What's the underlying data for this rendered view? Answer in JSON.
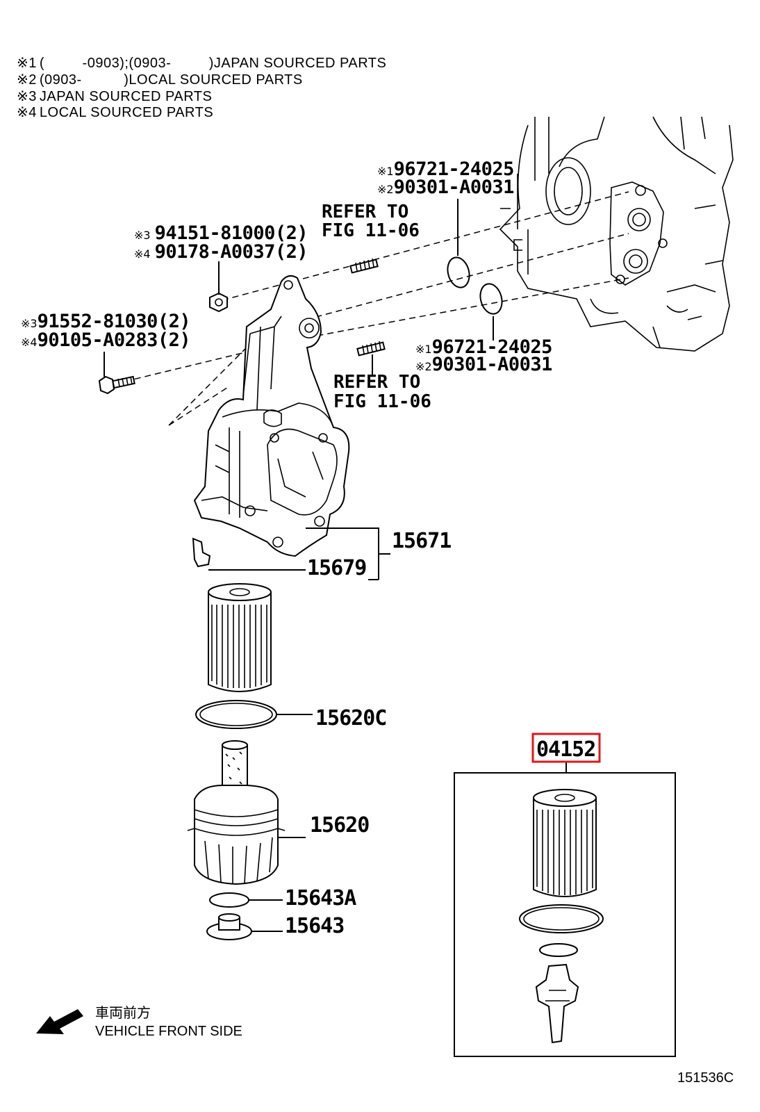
{
  "notes": [
    {
      "mark": "※1",
      "text": "(         -0903);(0903-         )JAPAN SOURCED PARTS"
    },
    {
      "mark": "※2",
      "text": "(0903-          )LOCAL SOURCED PARTS"
    },
    {
      "mark": "※3",
      "text": "JAPAN SOURCED PARTS"
    },
    {
      "mark": "※4",
      "text": "LOCAL SOURCED PARTS"
    }
  ],
  "callouts": {
    "oring_upper_1": {
      "mark": "※1",
      "part": "96721-24025"
    },
    "oring_upper_2": {
      "mark": "※2",
      "part": "90301-A0031"
    },
    "nut_1": {
      "mark": "※3",
      "part": "94151-81000(2)"
    },
    "nut_2": {
      "mark": "※4",
      "part": "90178-A0037(2)"
    },
    "bolt_1": {
      "mark": "※3",
      "part": "91552-81030(2)"
    },
    "bolt_2": {
      "mark": "※4",
      "part": "90105-A0283(2)"
    },
    "oring_lower_1": {
      "mark": "※1",
      "part": "96721-24025"
    },
    "oring_lower_2": {
      "mark": "※2",
      "part": "90301-A0031"
    },
    "housing": "15671",
    "clip": "15679",
    "filter_gasket": "15620C",
    "filter_cap": "15620",
    "drain_gasket": "15643A",
    "drain_plug": "15643",
    "kit": "04152"
  },
  "refer_upper": {
    "line1": "REFER TO",
    "line2": "FIG 11-06"
  },
  "refer_lower": {
    "line1": "REFER TO",
    "line2": "FIG 11-06"
  },
  "direction": {
    "jp": "車両前方",
    "en": "VEHICLE FRONT SIDE"
  },
  "figure_id": "151536C",
  "highlight_color": "#e0161b"
}
